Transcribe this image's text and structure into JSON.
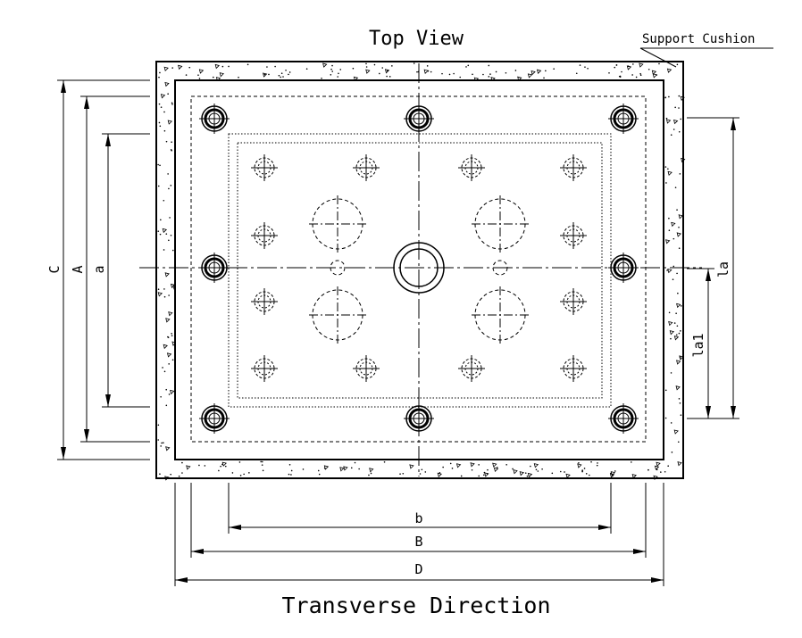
{
  "titles": {
    "top_view": "Top View",
    "support_cushion": "Support Cushion",
    "transverse_direction": "Transverse Direction"
  },
  "dimension_labels": {
    "C": "C",
    "A": "A",
    "a": "a",
    "la": "la",
    "la1": "la1",
    "b": "b",
    "B": "B",
    "D": "D"
  },
  "colors": {
    "line": "#000000",
    "background": "#ffffff"
  },
  "icons": {
    "anchor_bolt": "bolt-circle-icon",
    "small_hole": "dashed-hole-icon",
    "large_hole": "large-dashed-hole-icon",
    "center_hole": "center-hole-icon"
  }
}
